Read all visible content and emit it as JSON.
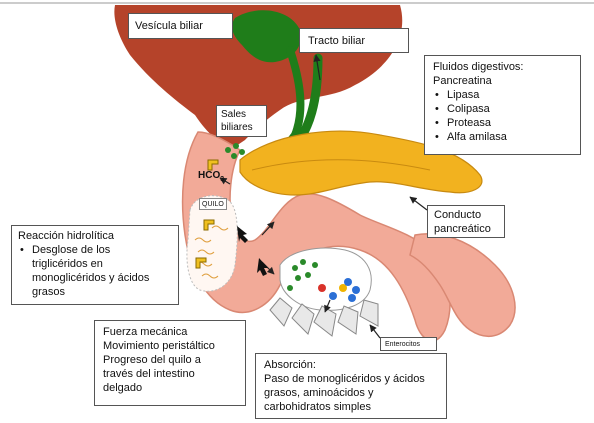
{
  "labels": {
    "gallbladder": "Vesícula biliar",
    "bile_duct": "Tracto biliar",
    "bile_salts": [
      "Sales",
      "biliares"
    ],
    "bicarbonate": "HCO",
    "bicarbonate_sub": "3",
    "chyle": "QUILO",
    "pancreatic_duct": [
      "Conducto",
      "pancreático"
    ],
    "enterocytes": "Enterocitos"
  },
  "digestive_fluids": {
    "title": "Fluidos digestivos:",
    "subtitle": "Pancreatina",
    "items": [
      "Lipasa",
      "Colipasa",
      "Proteasa",
      "Alfa amilasa"
    ]
  },
  "hydrolytic_reaction": {
    "title": "Reacción hidrolítica",
    "bullet": [
      "Desglose de los",
      "triglicéridos en",
      "monoglicéridos y ácidos",
      "grasos"
    ]
  },
  "mechanical_force": {
    "lines": [
      "Fuerza mecánica",
      "Movimiento peristáltico",
      "Progreso del quilo a",
      "través del intestino",
      "delgado"
    ]
  },
  "absorption": {
    "lines": [
      "Absorción:",
      "Paso de monoglicéridos y ácidos",
      "grasos, aminoácidos y",
      "carbohidratos simples"
    ]
  },
  "colors": {
    "liver": "#b5432a",
    "gallbladder": "#1f7d1a",
    "pancreas": "#f2b21f",
    "intestine": "#f2aa98",
    "intestine_dark": "#d98873",
    "green_dot": "#2a8a2a",
    "red_dot": "#d9322a",
    "blue_dot": "#2b6fd6",
    "yellow_dot": "#f0b400"
  }
}
